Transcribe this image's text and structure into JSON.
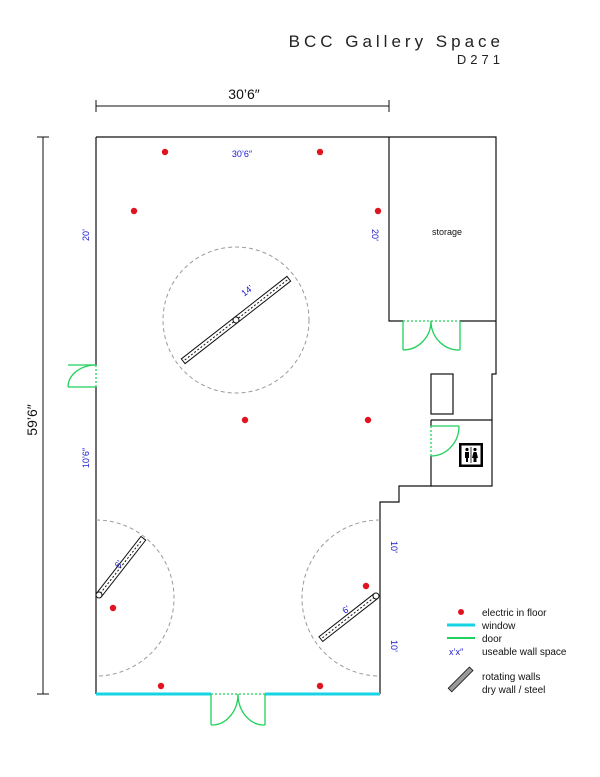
{
  "header": {
    "title": "BCC Gallery Space",
    "room": "D271"
  },
  "dimensions": {
    "width": "30’6″",
    "height": "59’6″"
  },
  "wall_labels": {
    "top": "30’6″",
    "left_upper": "20’",
    "right_upper": "20’",
    "left_lower": "10’6″",
    "right_a": "10’",
    "right_b": "10’",
    "rotating_large": "14’",
    "rotating_left": "6’",
    "rotating_right": "6’"
  },
  "rooms": {
    "storage": "storage"
  },
  "legend": {
    "electric": "electric in floor",
    "window": "window",
    "door": "door",
    "wall_sample": "x’x″",
    "wall_space": "useable wall space",
    "rotating_line1": "rotating walls",
    "rotating_line2": "dry wall / steel"
  },
  "colors": {
    "electric": "#e0141e",
    "window": "#17d3e6",
    "door": "#1fd15a",
    "dimension_text": "#1a1ad0"
  }
}
